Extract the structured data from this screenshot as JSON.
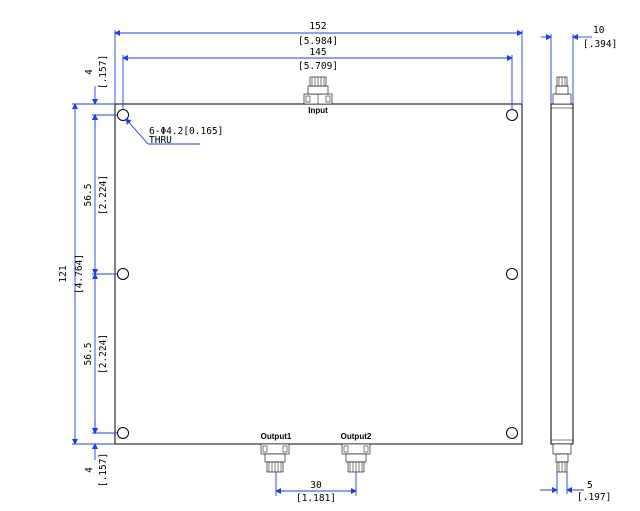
{
  "dimensions": {
    "width_outer": {
      "mm": "152",
      "in": "[5.984]"
    },
    "width_holes": {
      "mm": "145",
      "in": "[5.709]"
    },
    "thickness": {
      "mm": "10",
      "in": "[.394]"
    },
    "top_offset": {
      "mm": "4",
      "in": "[.157]"
    },
    "bottom_offset": {
      "mm": "4",
      "in": "[.157]"
    },
    "height_total": {
      "mm": "121",
      "in": "[4.764]"
    },
    "upper_pitch": {
      "mm": "56.5",
      "in": "[2.224]"
    },
    "lower_pitch": {
      "mm": "56.5",
      "in": "[2.224]"
    },
    "output_spacing": {
      "mm": "30",
      "in": "[1.181]"
    },
    "side_connector": {
      "mm": "5",
      "in": "[.197]"
    }
  },
  "hole_note": {
    "line1": "6-Φ4.2[0.165]",
    "line2": "THRU"
  },
  "ports": {
    "input": "Input",
    "output1": "Output1",
    "output2": "Output2"
  }
}
